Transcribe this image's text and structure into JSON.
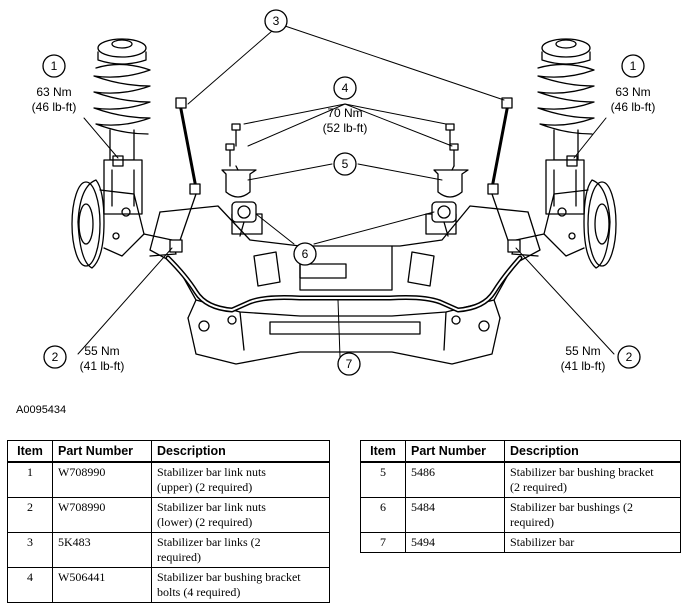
{
  "figure_id": "A0095434",
  "callouts": {
    "c1_left": {
      "num": "1",
      "torque_nm": "63 Nm",
      "torque_lbft": "(46 lb-ft)"
    },
    "c1_right": {
      "num": "1",
      "torque_nm": "63 Nm",
      "torque_lbft": "(46 lb-ft)"
    },
    "c2_left": {
      "num": "2",
      "torque_nm": "55 Nm",
      "torque_lbft": "(41 lb-ft)"
    },
    "c2_right": {
      "num": "2",
      "torque_nm": "55 Nm",
      "torque_lbft": "(41 lb-ft)"
    },
    "c3": {
      "num": "3"
    },
    "c4": {
      "num": "4",
      "torque_nm": "70 Nm",
      "torque_lbft": "(52 lb-ft)"
    },
    "c5": {
      "num": "5"
    },
    "c6": {
      "num": "6"
    },
    "c7": {
      "num": "7"
    }
  },
  "table": {
    "headers": {
      "item": "Item",
      "part_number": "Part Number",
      "description": "Description"
    },
    "left_rows": [
      {
        "item": "1",
        "part_number": "W708990",
        "desc1": "Stabilizer bar link nuts",
        "desc2": "(upper) (2 required)"
      },
      {
        "item": "2",
        "part_number": "W708990",
        "desc1": "Stabilizer bar link nuts",
        "desc2": "(lower) (2 required)"
      },
      {
        "item": "3",
        "part_number": "5K483",
        "desc1": "Stabilizer bar links (2",
        "desc2": "required)"
      },
      {
        "item": "4",
        "part_number": "W506441",
        "desc1": "Stabilizer bar bushing bracket",
        "desc2": "bolts (4 required)"
      }
    ],
    "right_rows": [
      {
        "item": "5",
        "part_number": "5486",
        "desc1": "Stabilizer bar bushing bracket",
        "desc2": "(2 required)"
      },
      {
        "item": "6",
        "part_number": "5484",
        "desc1": "Stabilizer bar bushings (2",
        "desc2": "required)"
      },
      {
        "item": "7",
        "part_number": "5494",
        "desc1": "Stabilizer bar",
        "desc2": ""
      }
    ]
  }
}
